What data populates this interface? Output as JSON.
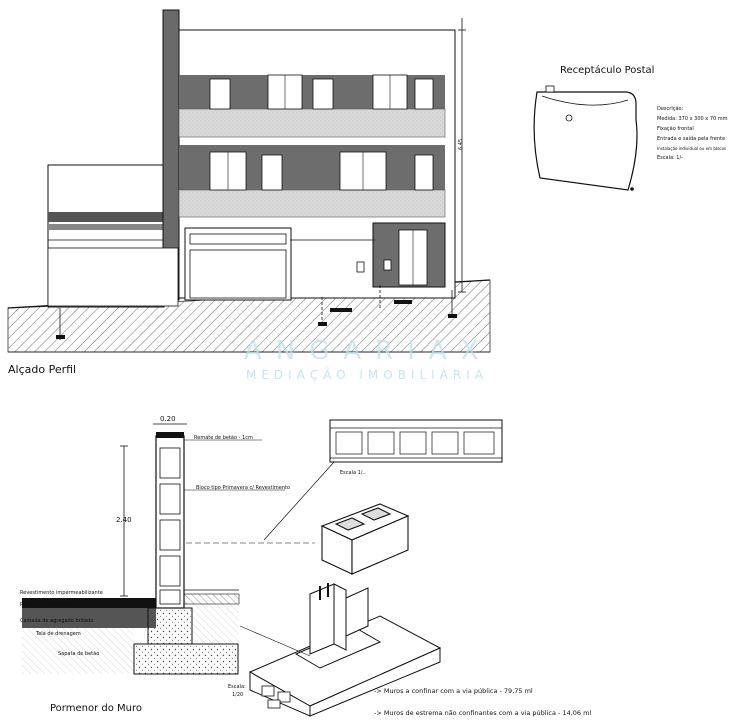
{
  "elevation": {
    "title": "Alçado Perfil",
    "height_label": "6.45"
  },
  "mailbox": {
    "title": "Receptáculo Postal",
    "specs": [
      "Descrição:",
      "Medida: 370 x 300 x 70 mm",
      "Fixação frontal",
      "Entrada e saída pela frente",
      "Instalação individual ou em blocos",
      "Escala: 1/-"
    ]
  },
  "watermark": {
    "brand": "ANGARIAX",
    "tagline": "MEDIAÇÃO  IMOBILIÁRIA"
  },
  "wall_detail": {
    "title": "Pormenor do Muro",
    "width_dim": "0.20",
    "height_dim": "2.40",
    "scale_label": "Escala:",
    "scale_value": "1/20",
    "section_scale": "Escala 1/..",
    "annotations": [
      "Remate de betão - 1cm",
      "Bloco tipo Primavera c/ Revestimento",
      "Revestimento impermeabilizante",
      "Reboco c/ Impermeabilizante",
      "Camada de agregado britado",
      "Tela de drenagem",
      "Sapata de betão"
    ],
    "notes": [
      "->  Muros a confinar com a via pública - 79,75 ml",
      "->  Muros de estrema não confinantes com a via pública - 14,06 ml"
    ]
  }
}
